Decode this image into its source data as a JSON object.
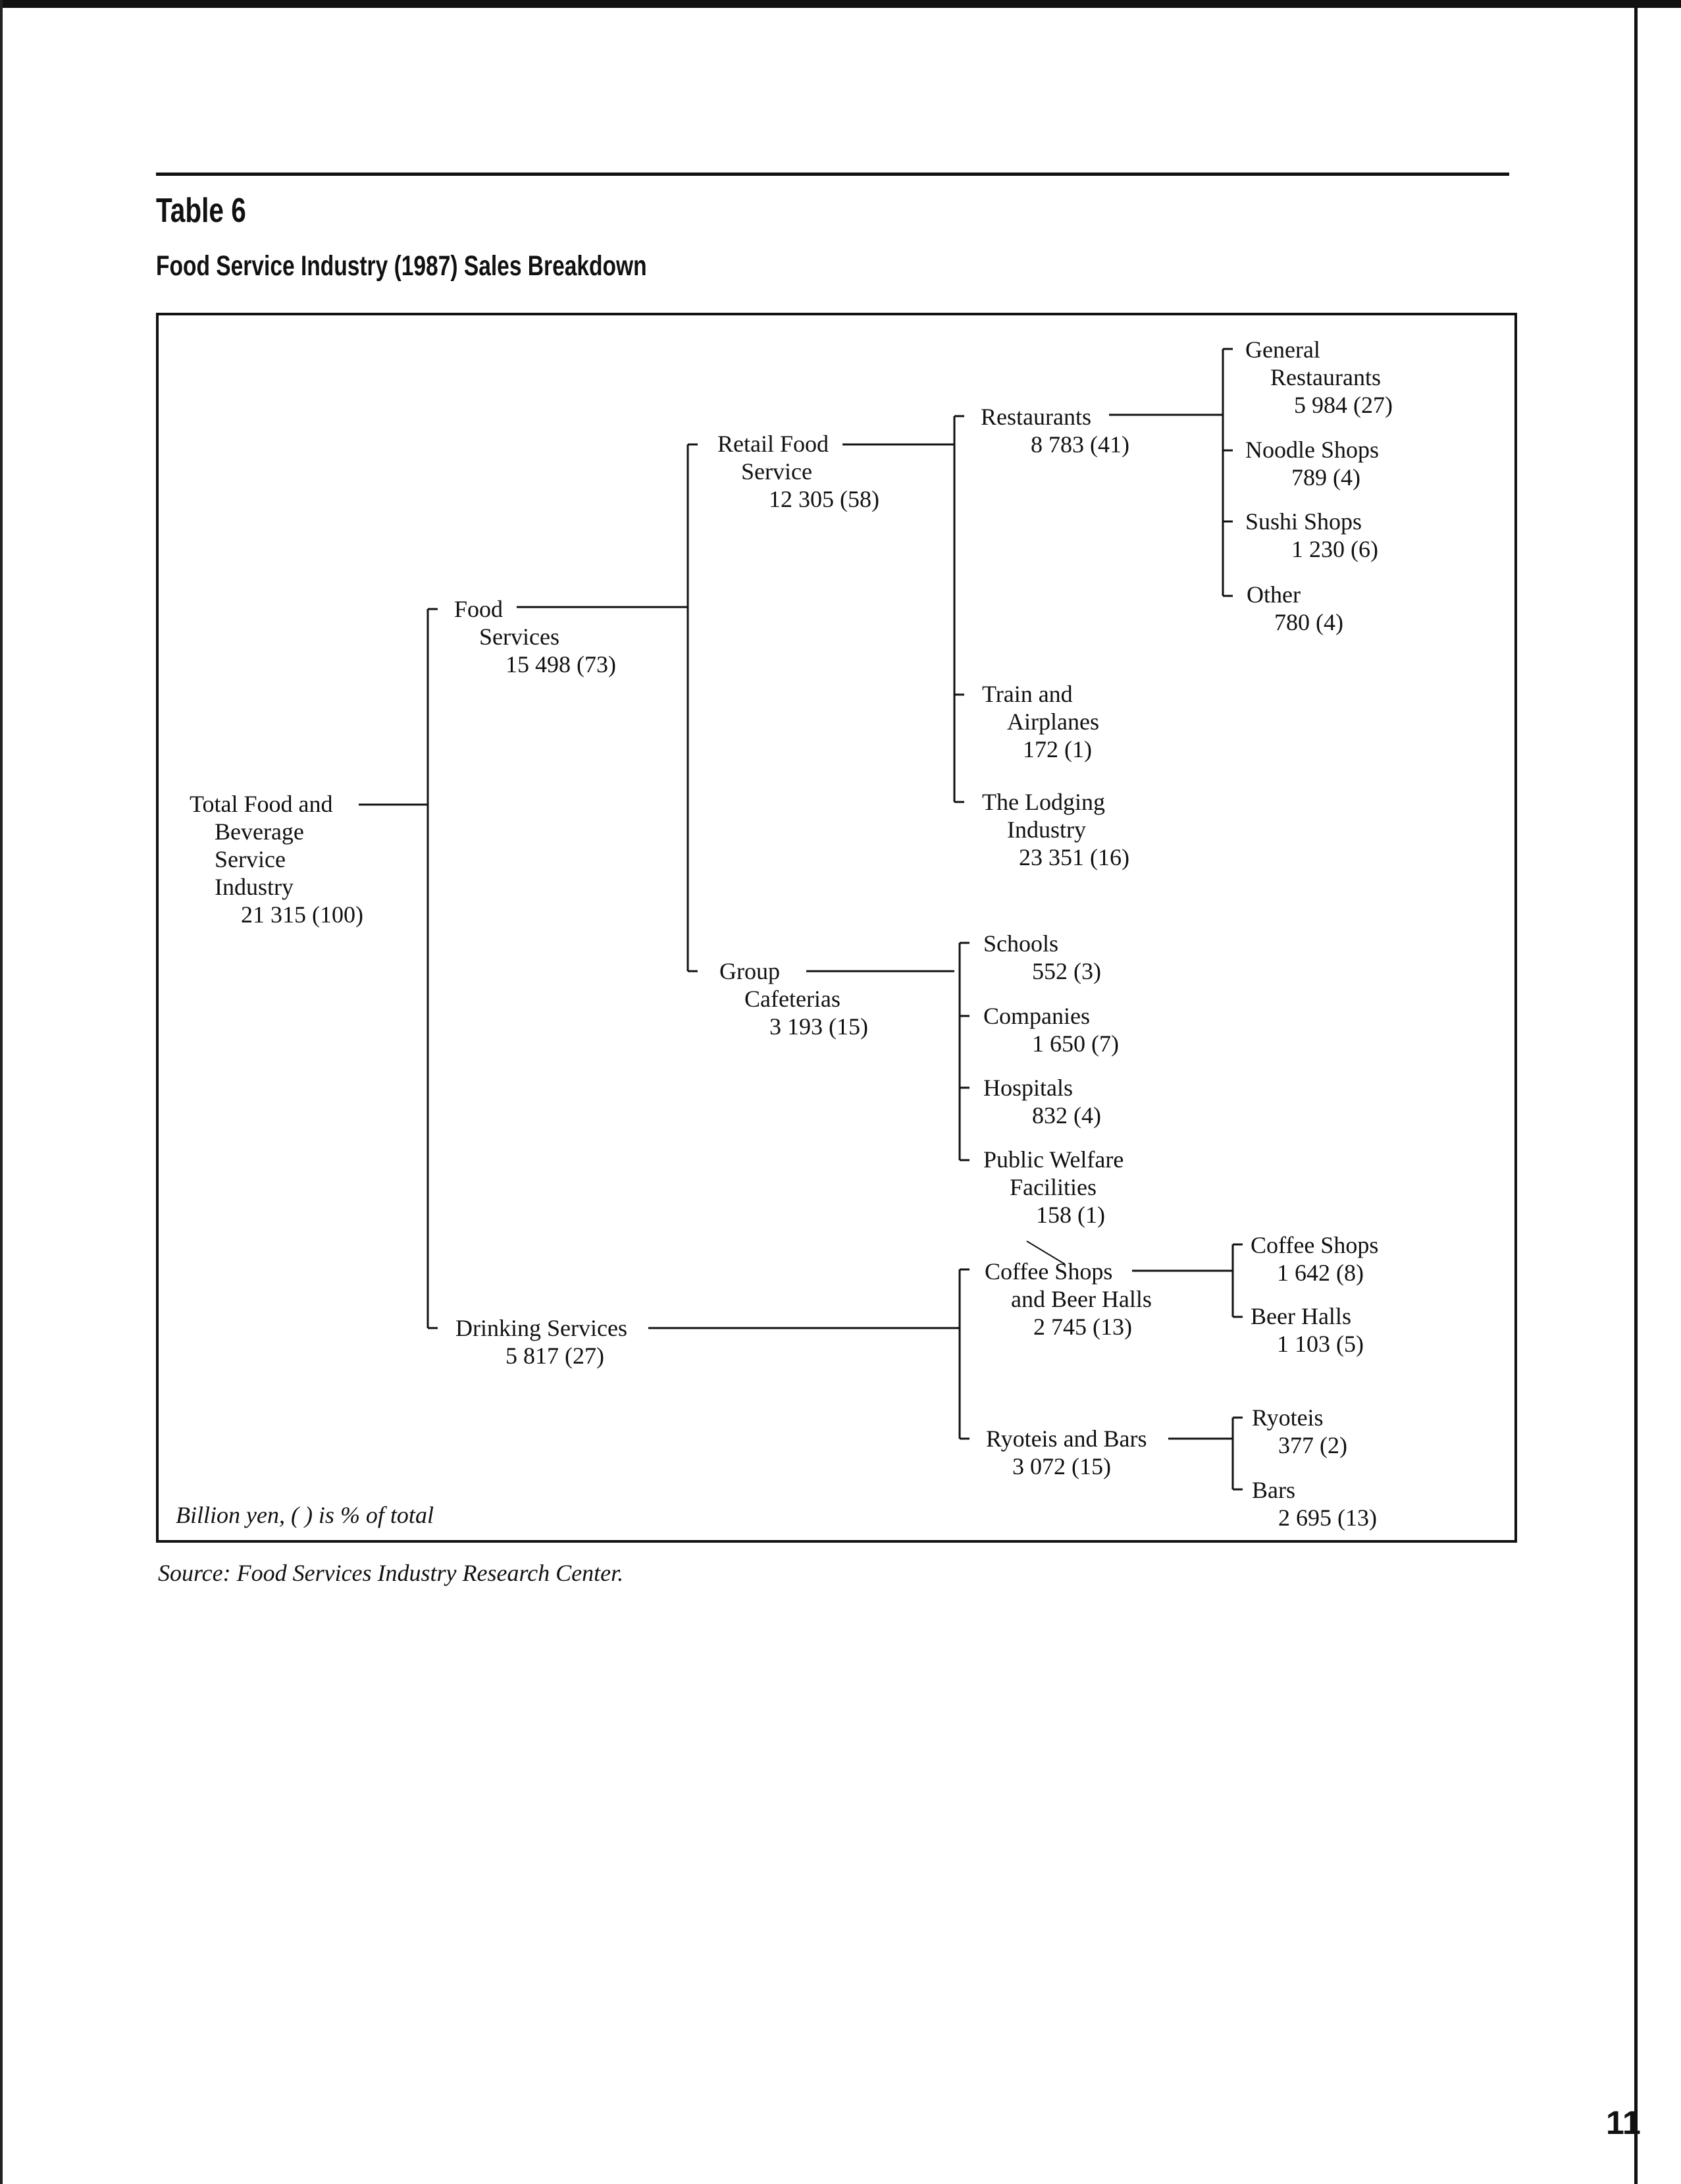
{
  "header": {
    "table_label": "Table 6",
    "title": "Food Service Industry (1987) Sales Breakdown"
  },
  "nodes": {
    "total": {
      "name": [
        "Total Food and",
        "Beverage",
        "Service",
        "Industry"
      ],
      "value": "21 315 (100)"
    },
    "food_services": {
      "name": [
        "Food",
        "Services"
      ],
      "value": "15 498 (73)"
    },
    "drinking_services": {
      "name": [
        "Drinking Services"
      ],
      "value": "5 817 (27)"
    },
    "retail_food_service": {
      "name": [
        "Retail Food",
        "Service"
      ],
      "value": "12 305 (58)"
    },
    "group_cafeterias": {
      "name": [
        "Group",
        "Cafeterias"
      ],
      "value": "3 193 (15)"
    },
    "restaurants": {
      "name": [
        "Restaurants"
      ],
      "value": "8 783 (41)"
    },
    "train_airplanes": {
      "name": [
        "Train and",
        "Airplanes"
      ],
      "value": "172 (1)"
    },
    "lodging": {
      "name": [
        "The Lodging",
        "Industry"
      ],
      "value": "23 351 (16)"
    },
    "general_restaurants": {
      "name": [
        "General",
        "Restaurants"
      ],
      "value": "5 984 (27)"
    },
    "noodle_shops": {
      "name": [
        "Noodle Shops"
      ],
      "value": "789 (4)"
    },
    "sushi_shops": {
      "name": [
        "Sushi Shops"
      ],
      "value": "1 230 (6)"
    },
    "other": {
      "name": [
        "Other"
      ],
      "value": "780 (4)"
    },
    "schools": {
      "name": [
        "Schools"
      ],
      "value": "552 (3)"
    },
    "companies": {
      "name": [
        "Companies"
      ],
      "value": "1 650 (7)"
    },
    "hospitals": {
      "name": [
        "Hospitals"
      ],
      "value": "832 (4)"
    },
    "public_welfare": {
      "name": [
        "Public Welfare",
        "Facilities"
      ],
      "value": "158 (1)"
    },
    "coffee_beer": {
      "name": [
        "Coffee Shops",
        "and Beer Halls"
      ],
      "value": "2 745 (13)"
    },
    "ryoteis_bars": {
      "name": [
        "Ryoteis and Bars"
      ],
      "value": "3 072 (15)"
    },
    "coffee_shops": {
      "name": [
        "Coffee Shops"
      ],
      "value": "1 642 (8)"
    },
    "beer_halls": {
      "name": [
        "Beer Halls"
      ],
      "value": "1 103 (5)"
    },
    "ryoteis": {
      "name": [
        "Ryoteis"
      ],
      "value": "377 (2)"
    },
    "bars": {
      "name": [
        "Bars"
      ],
      "value": "2 695 (13)"
    }
  },
  "footer": {
    "units_note": "Billion yen, (    ) is % of total",
    "source": "Source: Food Services Industry Research Center.",
    "page_number": "11"
  }
}
